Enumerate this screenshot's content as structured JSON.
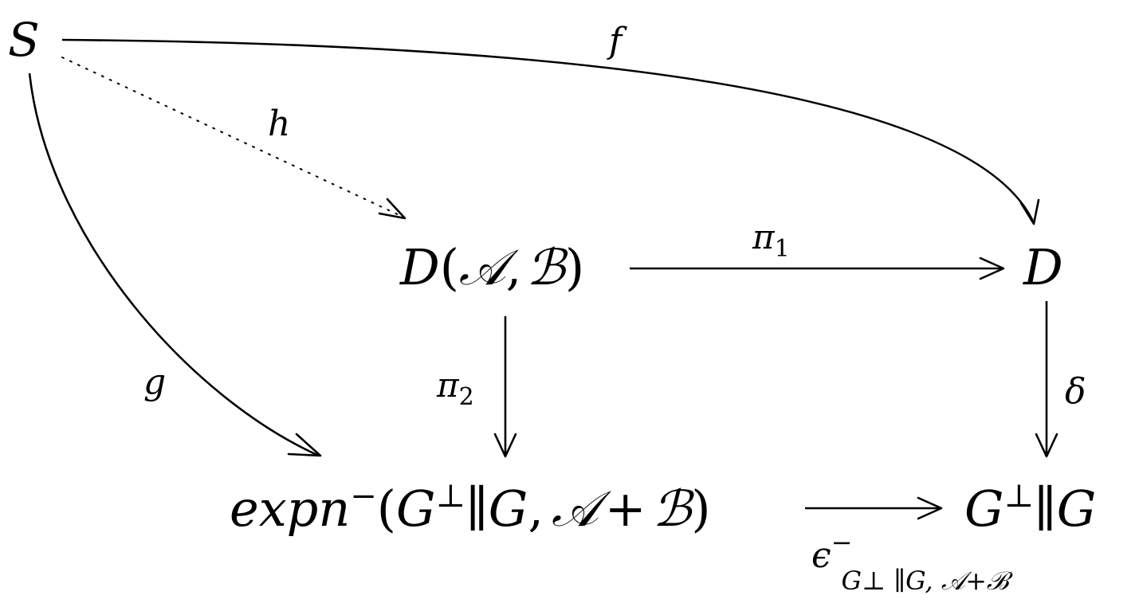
{
  "nodes": {
    "S": "S",
    "D_AB": {
      "D": "D",
      "open": "(",
      "A": "𝒜",
      "comma": ",",
      "B": "ℬ",
      "close": ")"
    },
    "D": "D",
    "expn": {
      "text": "expn",
      "sup": "−",
      "open": "(",
      "G1": "G",
      "perp": "⊥",
      "par": "∥",
      "G2": "G",
      "comma": ",",
      "A": "𝒜",
      "plus": "+",
      "B": "ℬ",
      "close": ")"
    },
    "Gperp": {
      "G1": "G",
      "perp": "⊥",
      "par": "∥",
      "G2": "G"
    }
  },
  "labels": {
    "f": "f",
    "h": "h",
    "g": "g",
    "pi1": {
      "base": "π",
      "sub": "1"
    },
    "pi2": {
      "base": "π",
      "sub": "2"
    },
    "delta": "δ",
    "epsilon": {
      "base": "ϵ",
      "sup": "−",
      "sub": "G⊥ ∥G, 𝒜+ℬ"
    }
  }
}
